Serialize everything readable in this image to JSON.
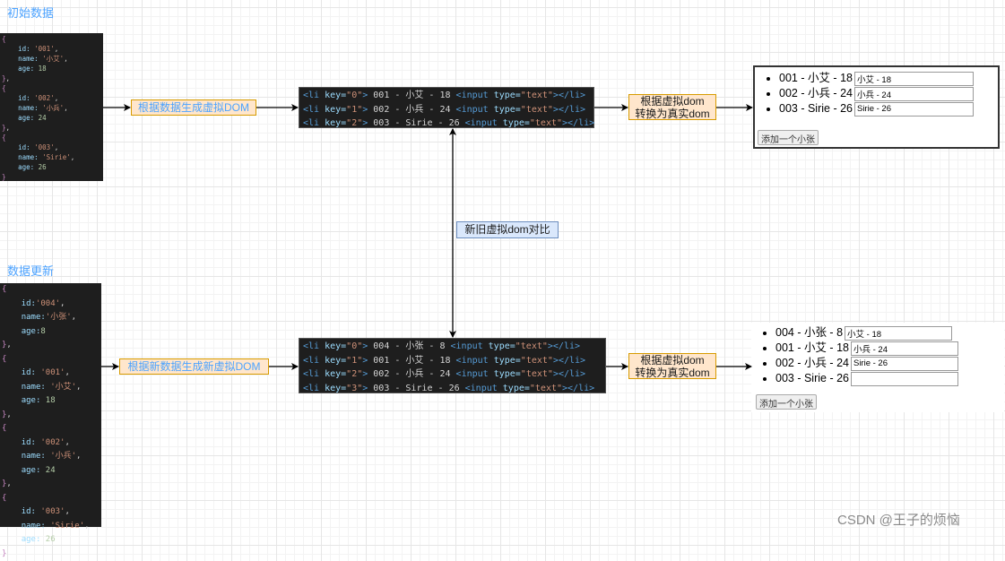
{
  "initial": {
    "title": "初始数据",
    "data": [
      {
        "id": "'001'",
        "name": "'小艾'",
        "age": "18"
      },
      {
        "id": "'002'",
        "name": "'小兵'",
        "age": "24"
      },
      {
        "id": "'003'",
        "name": "'Sirie'",
        "age": "26"
      }
    ],
    "step1_label": "根据数据生成虚拟DOM",
    "vdom": [
      {
        "key": "\"0\"",
        "text": " 001 - 小艾 - 18 "
      },
      {
        "key": "\"1\"",
        "text": " 002 - 小兵 - 24 "
      },
      {
        "key": "\"2\"",
        "text": " 003 - Sirie - 26 "
      }
    ],
    "step2_label_line1": "根据虚拟dom",
    "step2_label_line2": "转换为真实dom",
    "render": {
      "items": [
        {
          "text": "001 - 小艾 - 18",
          "input_value": "小艾 - 18"
        },
        {
          "text": "002 - 小兵 - 24",
          "input_value": "小兵 - 24"
        },
        {
          "text": "003 - Sirie - 26",
          "input_value": "Sirie - 26"
        }
      ],
      "button_label": "添加一个小张"
    }
  },
  "compare_label": "新旧虚拟dom对比",
  "updated": {
    "title": "数据更新",
    "data": [
      {
        "id": "'004'",
        "name": "'小张'",
        "age": "8",
        "compact": true
      },
      {
        "id": "'001'",
        "name": "'小艾'",
        "age": "18"
      },
      {
        "id": "'002'",
        "name": "'小兵'",
        "age": "24"
      },
      {
        "id": "'003'",
        "name": "'Sirie'",
        "age": "26"
      }
    ],
    "step1_label": "根据新数据生成新虚拟DOM",
    "vdom": [
      {
        "key": "\"0\"",
        "text": " 004 - 小张 - 8 "
      },
      {
        "key": "\"1\"",
        "text": " 001 - 小艾 - 18 "
      },
      {
        "key": "\"2\"",
        "text": " 002 - 小兵 - 24 "
      },
      {
        "key": "\"3\"",
        "text": " 003 - Sirie - 26 "
      }
    ],
    "step2_label_line1": "根据虚拟dom",
    "step2_label_line2": "转换为真实dom",
    "render": {
      "items": [
        {
          "text": "004 - 小张 - 8",
          "input_value": "小艾 - 18"
        },
        {
          "text": "001 - 小艾 - 18",
          "input_value": "小兵 - 24"
        },
        {
          "text": "002 - 小兵 - 24",
          "input_value": "Sirie - 26"
        },
        {
          "text": "003 - Sirie - 26",
          "input_value": ""
        }
      ],
      "button_label": "添加一个小张"
    }
  },
  "vdom_syntax": {
    "li_open": "<li",
    "key_attr": " key=",
    "gt": ">",
    "input_open": "<input",
    "type_attr": " type=",
    "type_val": "\"text\"",
    "close": "></li>"
  },
  "watermark": "CSDN @王子的烦恼"
}
